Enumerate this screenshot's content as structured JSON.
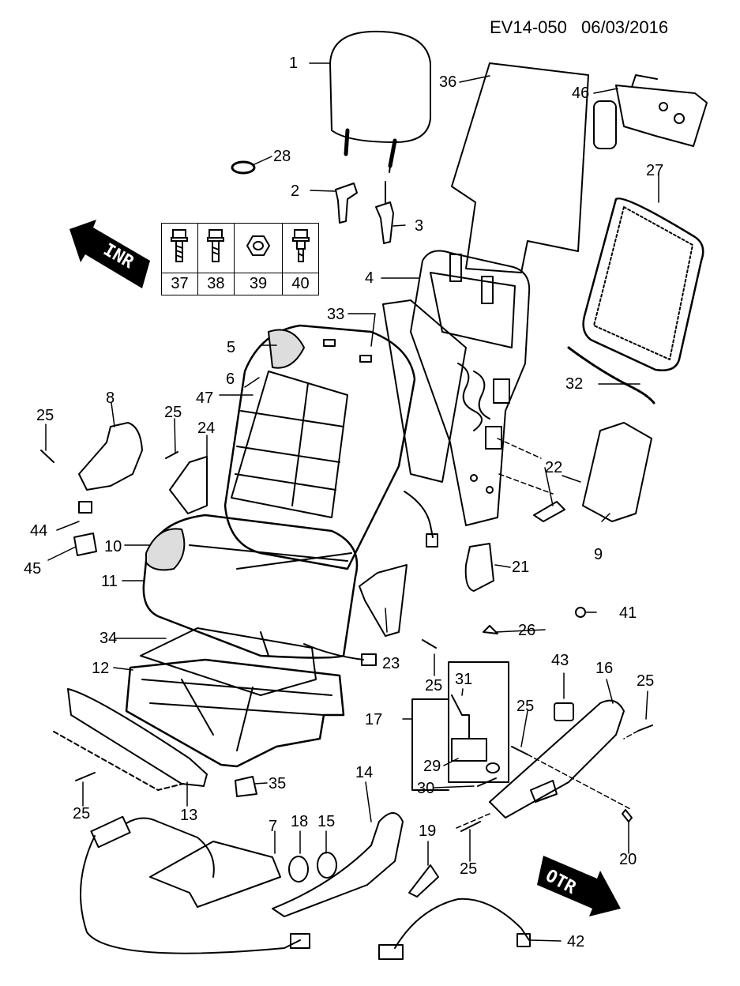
{
  "header": {
    "code": "EV14-050",
    "date": "06/03/2016"
  },
  "direction_arrows": [
    {
      "label": "INR"
    },
    {
      "label": "OTR"
    }
  ],
  "fastener_table": {
    "icons": [
      "bolt-flanged-icon",
      "bolt-washer-icon",
      "hex-nut-icon",
      "bolt-shoulder-icon"
    ],
    "numbers": [
      "37",
      "38",
      "39",
      "40"
    ]
  },
  "callouts": [
    "1",
    "36",
    "46",
    "28",
    "2",
    "3",
    "27",
    "4",
    "33",
    "5",
    "6",
    "47",
    "8",
    "25",
    "25",
    "24",
    "22",
    "32",
    "9",
    "44",
    "10",
    "45",
    "11",
    "21",
    "41",
    "34",
    "26",
    "23",
    "12",
    "25",
    "31",
    "43",
    "16",
    "25",
    "17",
    "25",
    "29",
    "35",
    "30",
    "14",
    "25",
    "13",
    "7",
    "18",
    "15",
    "19",
    "25",
    "20",
    "42"
  ]
}
